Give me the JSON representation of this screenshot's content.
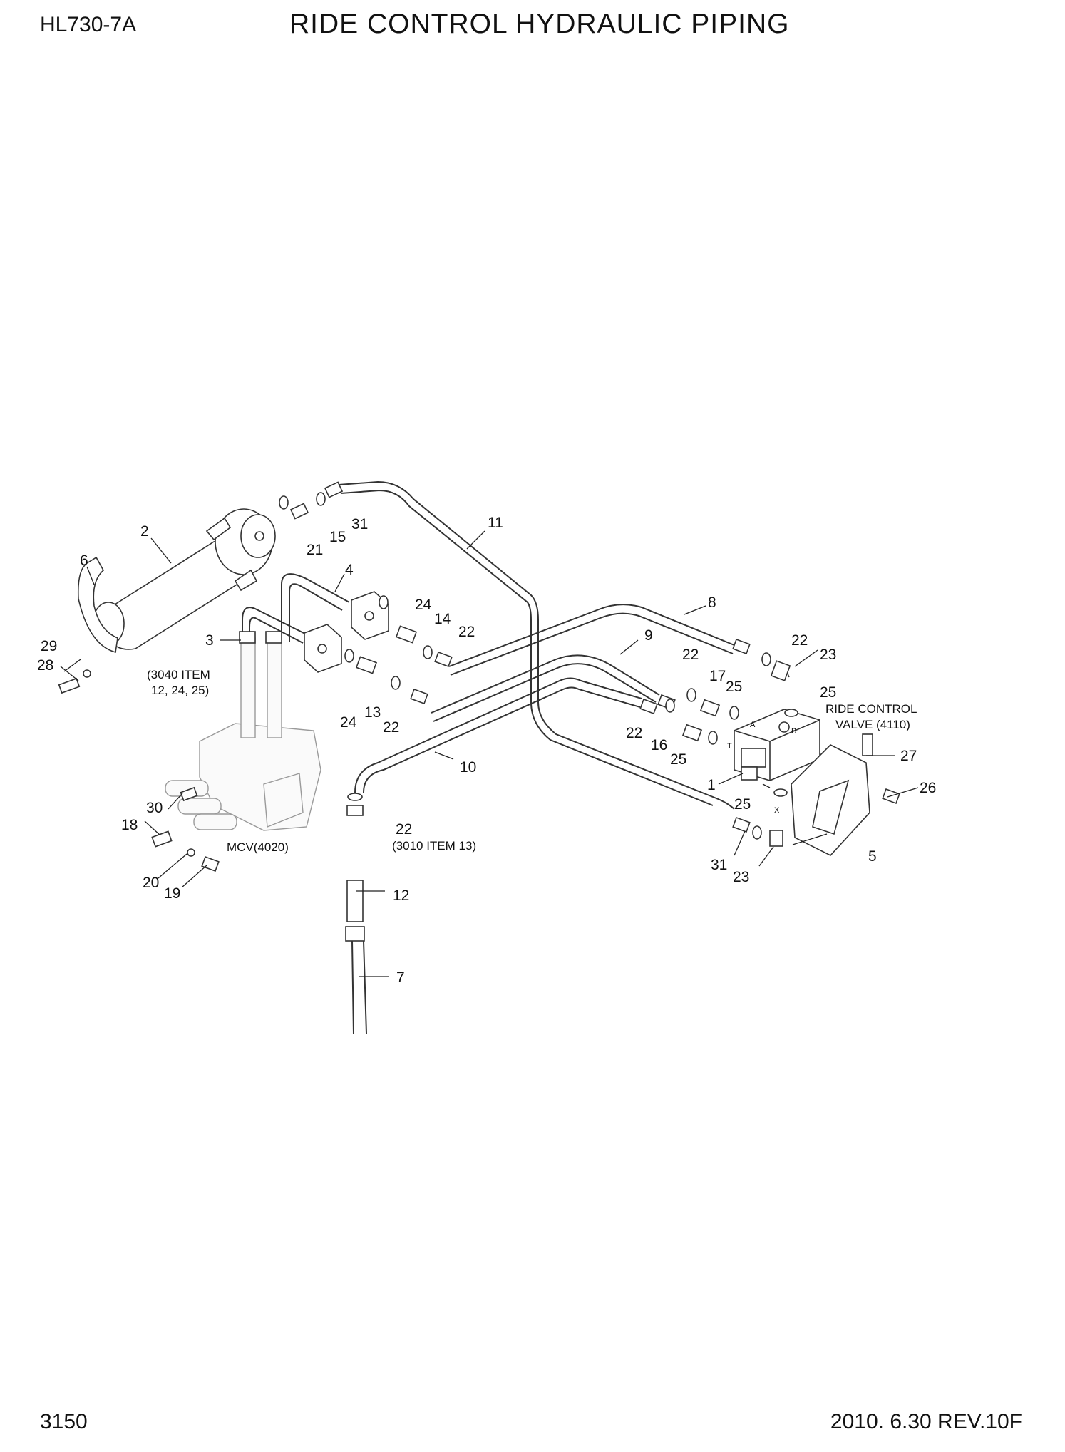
{
  "header": {
    "model": "HL730-7A",
    "title": "RIDE CONTROL HYDRAULIC PIPING"
  },
  "footer": {
    "page_number": "3150",
    "revision": "2010. 6.30  REV.10F"
  },
  "annotations": {
    "ride_control_valve_line1": "RIDE CONTROL",
    "ride_control_valve_line2": "VALVE (4110)",
    "ref_3040_line1": "(3040 ITEM",
    "ref_3040_line2": "12, 24, 25)",
    "mcv": "MCV(4020)",
    "ref_3010": "(3010 ITEM 13)",
    "port_a": "A",
    "port_b": "B",
    "port_t": "T",
    "port_x": "X"
  },
  "callouts": [
    "1",
    "2",
    "3",
    "4",
    "5",
    "6",
    "7",
    "8",
    "9",
    "10",
    "11",
    "12",
    "13",
    "14",
    "15",
    "16",
    "17",
    "18",
    "19",
    "20",
    "21",
    "22",
    "22",
    "22",
    "22",
    "22",
    "22",
    "23",
    "23",
    "24",
    "24",
    "25",
    "25",
    "25",
    "25",
    "26",
    "27",
    "28",
    "29",
    "30",
    "31",
    "31"
  ]
}
